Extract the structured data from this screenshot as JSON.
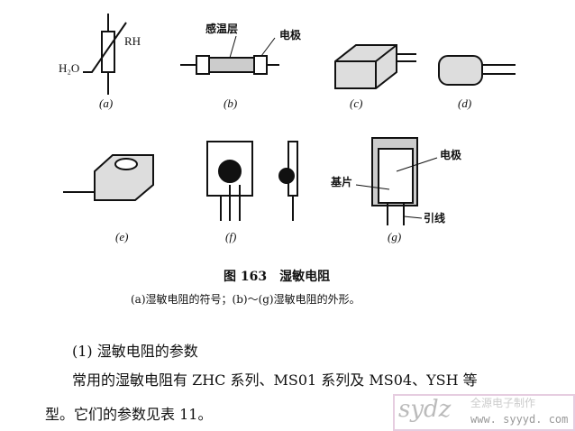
{
  "figure": {
    "symbol_labels": {
      "rh": "RH",
      "h2o": "H₂O"
    },
    "callouts": {
      "sensing_layer": "感温层",
      "electrode_b": "电极",
      "electrode_g": "电极",
      "substrate": "基片",
      "lead": "引线"
    },
    "subfigure_labels": [
      "(a)",
      "(b)",
      "(c)",
      "(d)",
      "(e)",
      "(f)",
      "(g)"
    ],
    "title": "图 163　湿敏电阻",
    "caption": "(a)湿敏电阻的符号；(b)～(g)湿敏电阻的外形。"
  },
  "body": {
    "heading": "(1) 湿敏电阻的参数",
    "paragraph_line1": "常用的湿敏电阻有 ZHC 系列、MS01 系列及 MS04、YSH 等",
    "paragraph_line2": "型。它们的参数见表 11。"
  },
  "watermark": {
    "logo": "sydz",
    "name": "全源电子制作",
    "url": "www. syyyd. com"
  }
}
